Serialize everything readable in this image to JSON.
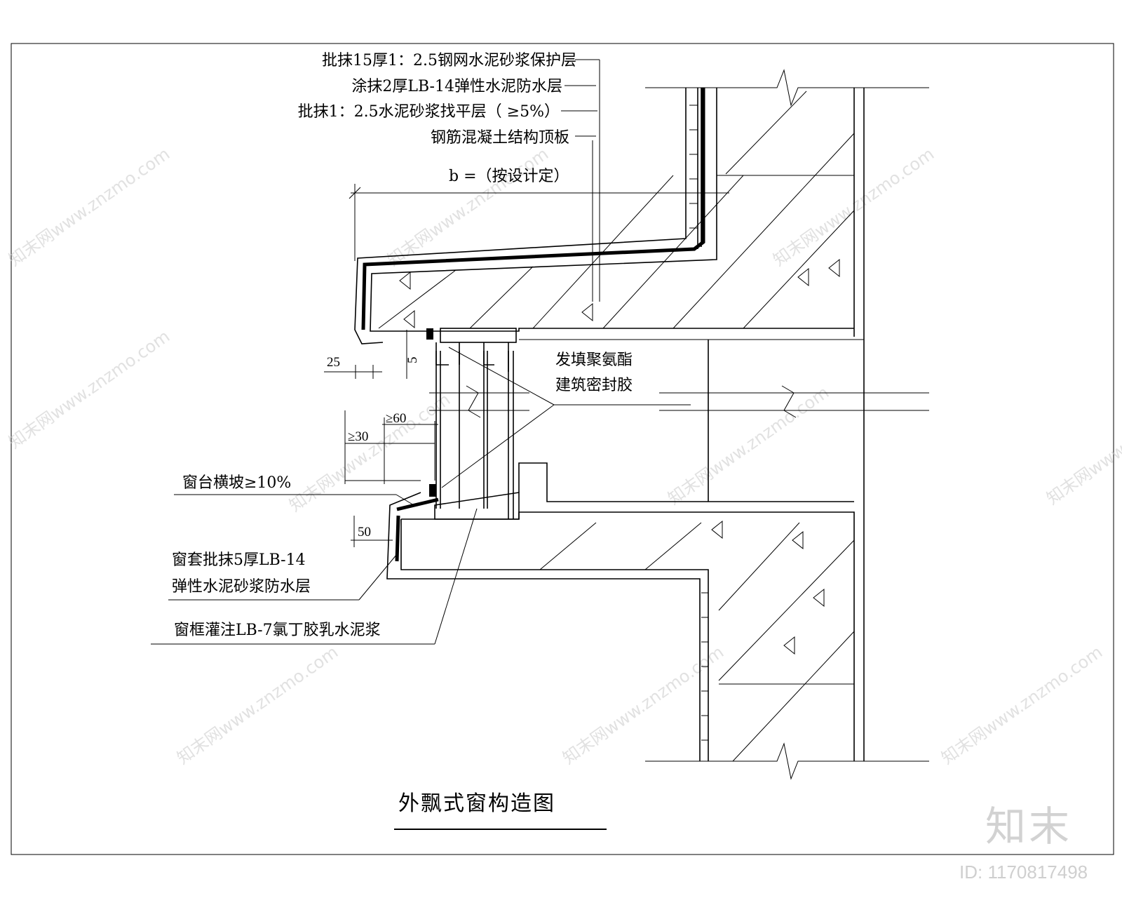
{
  "drawing": {
    "title": "外飘式窗构造图",
    "labels": {
      "layer_protection": "批抹15厚1：2.5钢网水泥砂浆保护层",
      "layer_waterproof": "涂抹2厚LB-14弹性水泥防水层",
      "layer_leveling": "批抹1：2.5水泥砂浆找平层（ ≥5%）",
      "layer_slab": "钢筋混凝土结构顶板",
      "dim_b": "b =（按设计定）",
      "sealant_line1": "发填聚氨酯",
      "sealant_line2": "建筑密封胶",
      "sill_slope": "窗台横坡≥10%",
      "sleeve_line1": "窗套批抹5厚LB-14",
      "sleeve_line2": "弹性水泥砂浆防水层",
      "frame_grout": "窗框灌注LB-7氯丁胶乳水泥浆"
    },
    "dimensions": {
      "d25": "25",
      "d5": "5",
      "d60": "≥60",
      "d30": "≥30",
      "d50": "50"
    }
  },
  "watermark": {
    "site": "知末网www.znzmo.com",
    "brand": "知末",
    "image_id": "ID: 1170817498"
  }
}
